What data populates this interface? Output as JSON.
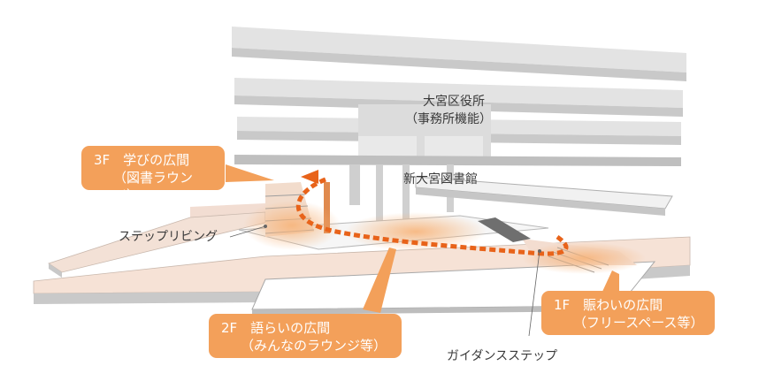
{
  "colors": {
    "callout_fill": "#f3a05a",
    "flow_arrow": "#e8631a",
    "slab_gray": "#d9d9d9",
    "floor_pink": "#f3ddd0"
  },
  "building": {
    "ward_office": "大宮区役所",
    "ward_office_sub": "（事務所機能）",
    "library": "新大宮図書館"
  },
  "labels": {
    "step_living": "ステップリビング",
    "guidance_steps": "ガイダンスステップ"
  },
  "callouts": {
    "f3_line1": "3F　学びの広間",
    "f3_line2": "（図書ラウンジ）",
    "f2_line1": "2F　語らいの広間",
    "f2_line2": "（みんなのラウンジ等）",
    "f1_line1": "1F　賑わいの広間",
    "f1_line2": "（フリースペース等）"
  }
}
